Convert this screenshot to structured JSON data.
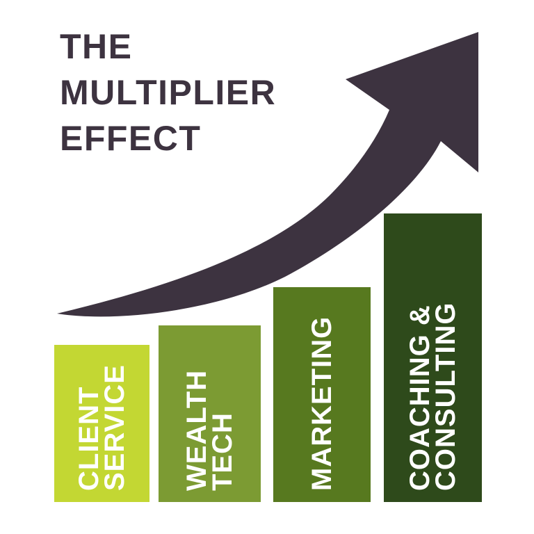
{
  "background_color": "#FFFFFF",
  "title": {
    "text": "THE\nMULTIPLIER\nEFFECT",
    "color": "#3D3340"
  },
  "arrow": {
    "name": "upward-growth-arrow",
    "color": "#3D3340"
  },
  "bars": [
    {
      "label": "CLIENT\nSERVICE",
      "color": "#C3D733",
      "text_color": "#FFFFFF"
    },
    {
      "label": "WEALTH\nTECH",
      "color": "#7C9B33",
      "text_color": "#FFFFFF"
    },
    {
      "label": "MARKETING",
      "color": "#57791F",
      "text_color": "#FFFFFF"
    },
    {
      "label": "COACHING &\nCONSULTING",
      "color": "#2E4A1B",
      "text_color": "#FFFFFF"
    }
  ],
  "chart_data": {
    "type": "bar",
    "title": "THE MULTIPLIER EFFECT",
    "categories": [
      "CLIENT SERVICE",
      "WEALTH TECH",
      "MARKETING",
      "COACHING & CONSULTING"
    ],
    "values": [
      226,
      254,
      309,
      415
    ],
    "values_note": "relative bar heights in pixels; no numeric axis or value labels are shown",
    "xlabel": "",
    "ylabel": "",
    "grid": false,
    "legend_position": "none",
    "bar_colors": [
      "#C3D733",
      "#7C9B33",
      "#57791F",
      "#2E4A1B"
    ],
    "annotations": [
      "dark curved swoosh arrow rising from lower-left to upper-right above the bars"
    ]
  }
}
